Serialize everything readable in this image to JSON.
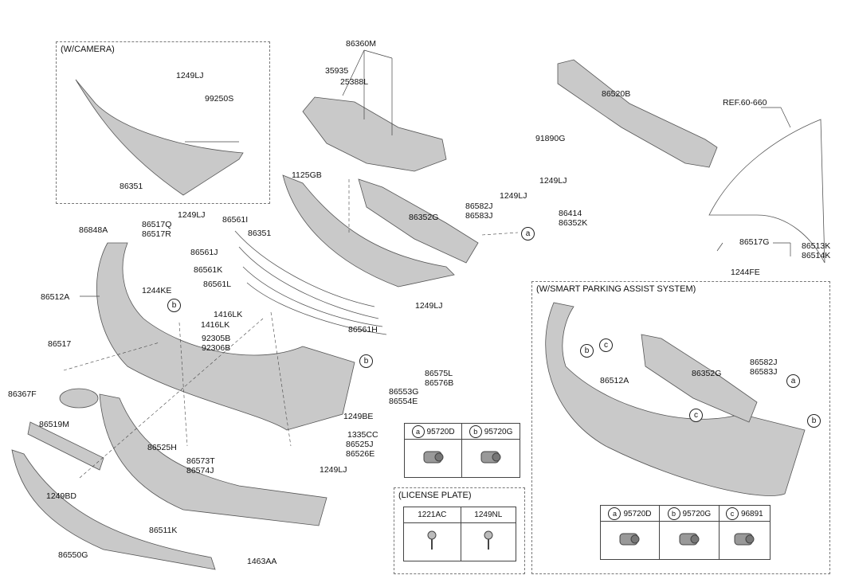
{
  "boxes": {
    "camera": "(W/CAMERA)",
    "spas": "(W/SMART PARKING ASSIST SYSTEM)",
    "license": "(LICENSE PLATE)"
  },
  "callouts": {
    "a": "a",
    "b": "b",
    "c": "c"
  },
  "labels": {
    "p86360M": "86360M",
    "p35935": "35935",
    "p25388L": "25388L",
    "p1249LJ_cam": "1249LJ",
    "p99250S": "99250S",
    "p86351_cam": "86351",
    "p86520B": "86520B",
    "p91890G": "91890G",
    "ref": "REF.60-660",
    "p1125GB": "1125GB",
    "p1249LJ_a": "1249LJ",
    "p1249LJ_b": "1249LJ",
    "p86352G": "86352G",
    "p86582J": "86582J",
    "p86583J": "86583J",
    "p86414": "86414",
    "p86352K": "86352K",
    "p86848A": "86848A",
    "p86517Q": "86517Q",
    "p86517R": "86517R",
    "p1249LJ_c": "1249LJ",
    "p86561I": "86561I",
    "p86351": "86351",
    "p86561J": "86561J",
    "p86561K": "86561K",
    "p86561L": "86561L",
    "p86512A": "86512A",
    "p1244KE": "1244KE",
    "p1416LK_a": "1416LK",
    "p1416LK_b": "1416LK",
    "p92305B": "92305B",
    "p92306B": "92306B",
    "p86561H": "86561H",
    "p1249LJ_d": "1249LJ",
    "p86517": "86517",
    "p86575L": "86575L",
    "p86576B": "86576B",
    "p86553G": "86553G",
    "p86554E": "86554E",
    "p86367F": "86367F",
    "p1249BE": "1249BE",
    "p86519M": "86519M",
    "p86525H": "86525H",
    "p1335CC": "1335CC",
    "p86525J": "86525J",
    "p86526E": "86526E",
    "p86573T": "86573T",
    "p86574J": "86574J",
    "p1249BD": "1249BD",
    "p1249LJ_e": "1249LJ",
    "p86511K": "86511K",
    "p86550G": "86550G",
    "p1463AA": "1463AA",
    "p86517G": "86517G",
    "p86513K": "86513K",
    "p86514K": "86514K",
    "p1244FE": "1244FE",
    "p86512A_s": "86512A",
    "p86352G_s": "86352G",
    "p86582J_s": "86582J",
    "p86583J_s": "86583J"
  },
  "legend_center": [
    {
      "callout": "a",
      "part": "95720D"
    },
    {
      "callout": "b",
      "part": "95720G"
    }
  ],
  "legend_license": [
    "1221AC",
    "1249NL"
  ],
  "legend_spas": [
    {
      "callout": "a",
      "part": "95720D"
    },
    {
      "callout": "b",
      "part": "95720G"
    },
    {
      "callout": "c",
      "part": "96891"
    }
  ]
}
